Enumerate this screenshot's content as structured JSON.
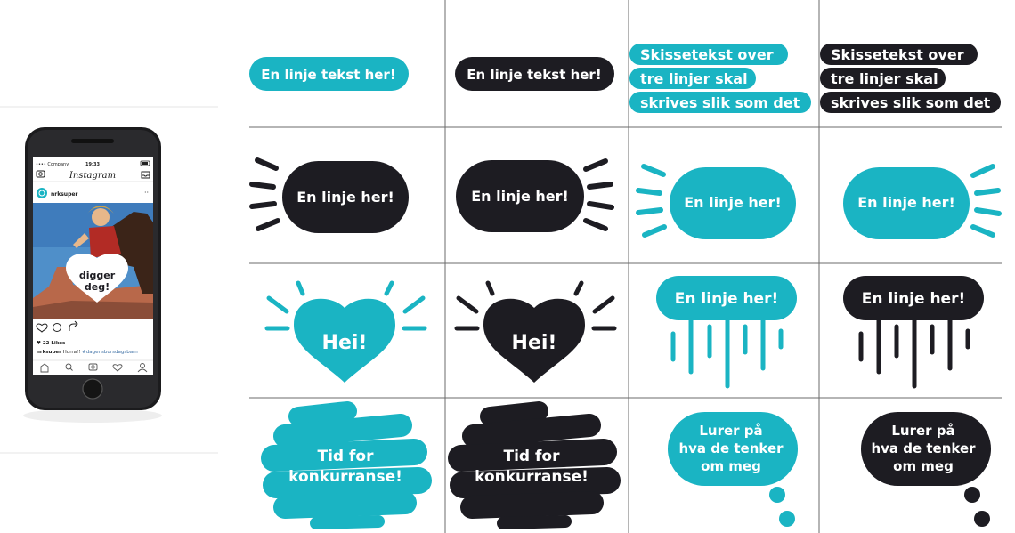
{
  "colors": {
    "teal": "#1ab4c3",
    "black": "#1d1c22",
    "white": "#ffffff",
    "grid": "#6b6b6b",
    "photo_sky": "#4f8fc9"
  },
  "phone": {
    "status_carrier": "•••• Company",
    "status_time": "19:33",
    "app_name": "Instagram",
    "username": "nrksuper",
    "heart_text_line1": "digger",
    "heart_text_line2": "deg!",
    "likes": "22 Likes",
    "caption_user": "nrksuper",
    "caption_text": "Hurra!!",
    "caption_tag": "#dagensbursdagsbarn",
    "icons": [
      "home-icon",
      "search-icon",
      "camera-icon",
      "heart-icon",
      "profile-icon"
    ]
  },
  "stickers": {
    "one_line_teal": "En linje tekst her!",
    "one_line_black": "En linje tekst her!",
    "three_lines_teal": [
      "Skissetekst over",
      "tre linjer skal",
      "skrives slik som det"
    ],
    "three_lines_black": [
      "Skissetekst over",
      "tre linjer skal",
      "skrives slik som det"
    ],
    "shout_black_left": "En linje her!",
    "shout_black_right": "En linje her!",
    "shout_teal_left": "En linje her!",
    "shout_teal_right": "En linje her!",
    "heart_teal": "Hei!",
    "heart_black": "Hei!",
    "rain_teal": "En linje her!",
    "rain_black": "En linje her!",
    "blob_teal": [
      "Tid for",
      "konkurranse!"
    ],
    "blob_black": [
      "Tid for",
      "konkurranse!"
    ],
    "think_teal": [
      "Lurer på",
      "hva de tenker",
      "om meg"
    ],
    "think_black": [
      "Lurer på",
      "hva de tenker",
      "om meg"
    ]
  }
}
